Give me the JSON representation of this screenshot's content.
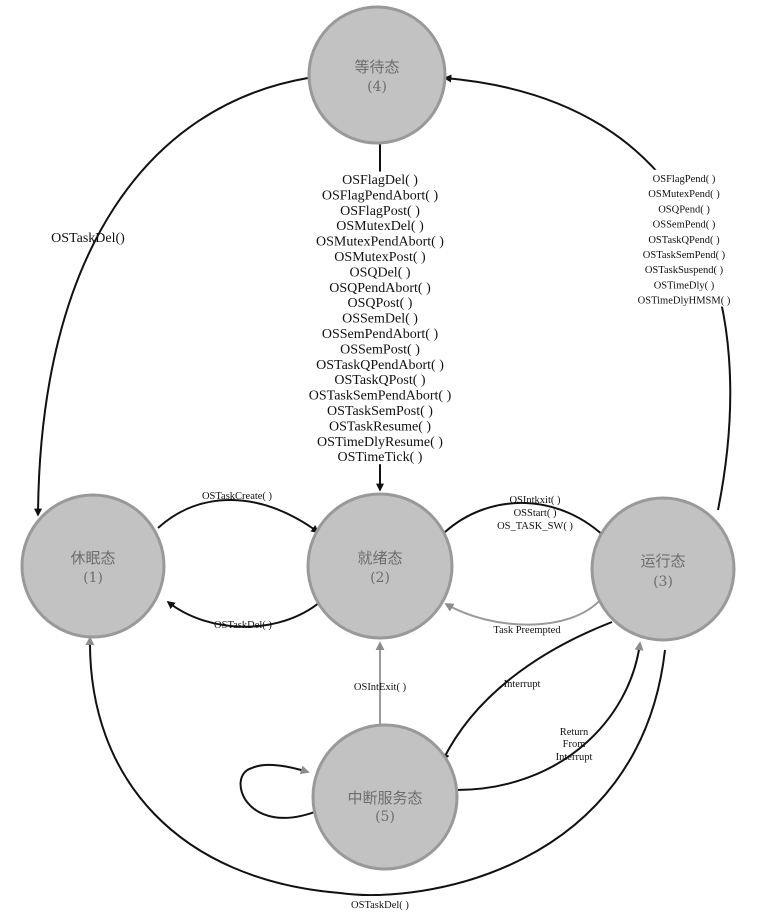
{
  "states": [
    {
      "id": "waiting",
      "name": "等待态",
      "number": "(4)"
    },
    {
      "id": "dormant",
      "name": "休眠态",
      "number": "(1)"
    },
    {
      "id": "ready",
      "name": "就绪态",
      "number": "(2)"
    },
    {
      "id": "running",
      "name": "运行态",
      "number": "(3)"
    },
    {
      "id": "isr",
      "name": "中断服务态",
      "number": "(5)"
    }
  ],
  "transitions": {
    "waiting_to_ready": [
      "OSFlagDel( )",
      "OSFlagPendAbort( )",
      "OSFlagPost( )",
      "OSMutexDel( )",
      "OSMutexPendAbort( )",
      "OSMutexPost( )",
      "OSQDel( )",
      "OSQPendAbort( )",
      "OSQPost( )",
      "OSSemDel( )",
      "OSSemPendAbort( )",
      "OSSemPost( )",
      "OSTaskQPendAbort( )",
      "OSTaskQPost( )",
      "OSTaskSemPendAbort( )",
      "OSTaskSemPost( )",
      "OSTaskResume( )",
      "OSTimeDlyResume( )",
      "OSTimeTick( )"
    ],
    "running_to_waiting": [
      "OSFlagPend( )",
      "OSMutexPend( )",
      "OSQPend( )",
      "OSSemPend( )",
      "OSTaskQPend( )",
      "OSTaskSemPend( )",
      "OSTaskSuspend( )",
      "OSTimeDly( )",
      "OSTimeDlyHMSM( )"
    ],
    "waiting_to_dormant": "OSTaskDel()",
    "dormant_to_ready": "OSTaskCreate( )",
    "ready_to_dormant": "OSTaskDel( )",
    "ready_to_running": [
      "OSIntkxit( )",
      "OSStart( )",
      "OS_TASK_SW( )"
    ],
    "running_to_ready": "Task Preempted",
    "isr_to_ready": "OSIntExit( )",
    "running_to_isr": "Interrupt",
    "isr_to_running": [
      "Return",
      "From",
      "Interrupt"
    ],
    "isr_to_dormant": "OSTaskDel( )"
  }
}
